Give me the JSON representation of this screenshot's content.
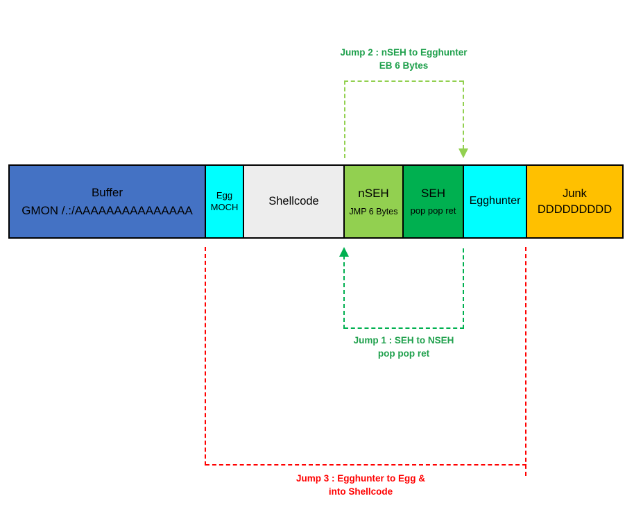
{
  "diagram": {
    "description": "SEH overwrite exploit buffer layout with egghunter jumps",
    "segments": [
      {
        "label": "Buffer",
        "sublabel": "GMON /.:/AAAAAAAAAAAAAAA",
        "bg": "#4472C4"
      },
      {
        "label": "Egg",
        "sublabel": "MOCH",
        "bg": "#00FFFF"
      },
      {
        "label": "Shellcode",
        "sublabel": "",
        "bg": "#EDEDED"
      },
      {
        "label": "nSEH",
        "sublabel": "JMP 6 Bytes",
        "bg": "#92D050"
      },
      {
        "label": "SEH",
        "sublabel": "pop pop ret",
        "bg": "#00B050"
      },
      {
        "label": "Egghunter",
        "sublabel": "",
        "bg": "#00FFFF"
      },
      {
        "label": "Junk",
        "sublabel": "DDDDDDDDD",
        "bg": "#FFC000"
      }
    ],
    "annotations": {
      "jump2": {
        "line1": "Jump 2 : nSEH to Egghunter",
        "line2": "EB 6 Bytes",
        "text_color": "#1FA04C",
        "line_color": "#92D050"
      },
      "jump1": {
        "line1": "Jump 1 : SEH to NSEH",
        "line2": "pop pop ret",
        "text_color": "#1FA04C",
        "line_color": "#00B050"
      },
      "jump3": {
        "line1": "Jump 3 : Egghunter to Egg &",
        "line2": "into Shellcode",
        "text_color": "#FF0000",
        "line_color": "#FF0000"
      }
    }
  }
}
